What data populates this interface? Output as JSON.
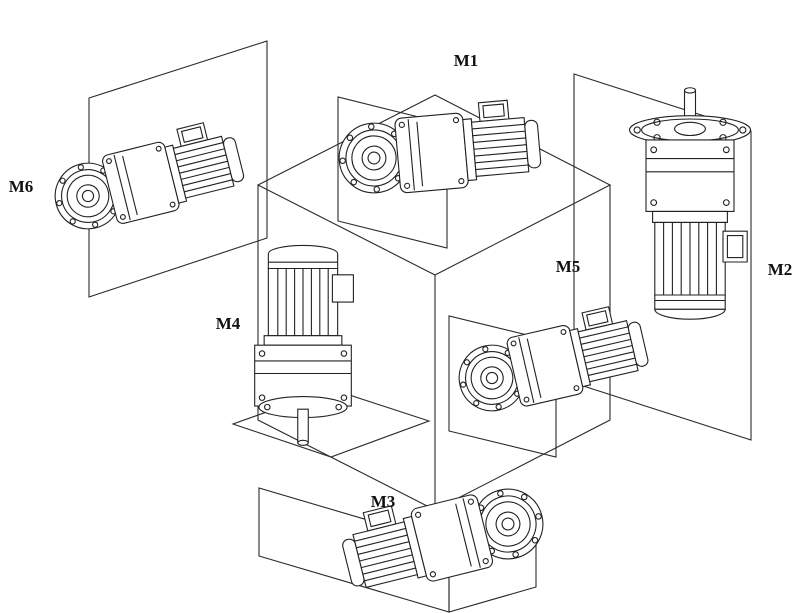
{
  "figure": {
    "labels": [
      {
        "id": "m1",
        "text": "M1"
      },
      {
        "id": "m2",
        "text": "M2"
      },
      {
        "id": "m3",
        "text": "M3"
      },
      {
        "id": "m4",
        "text": "M4"
      },
      {
        "id": "m5",
        "text": "M5"
      },
      {
        "id": "m6",
        "text": "M6"
      }
    ]
  },
  "colors": {
    "line": "#222222",
    "background": "#ffffff"
  }
}
